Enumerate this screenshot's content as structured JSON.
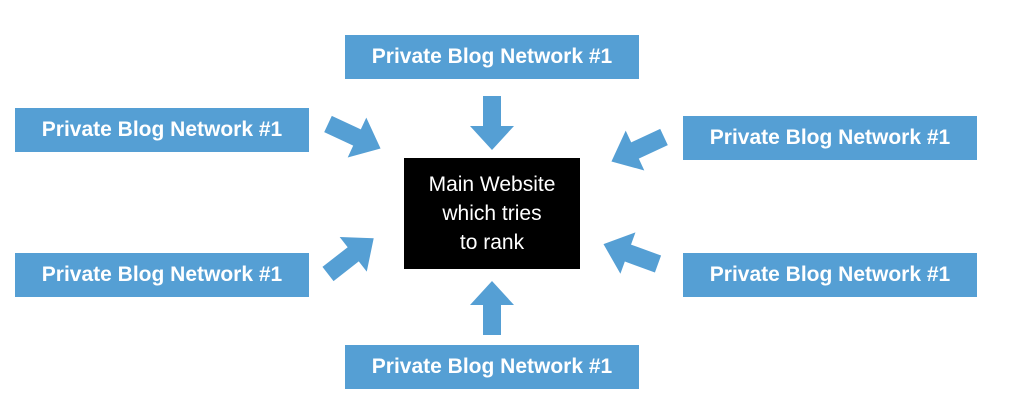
{
  "center": {
    "lines": [
      "Main Website",
      "which tries",
      "to rank"
    ]
  },
  "sources": [
    {
      "label": "Private Blog Network #1"
    },
    {
      "label": "Private Blog Network #1"
    },
    {
      "label": "Private Blog Network #1"
    },
    {
      "label": "Private Blog Network #1"
    },
    {
      "label": "Private Blog Network #1"
    },
    {
      "label": "Private Blog Network #1"
    }
  ],
  "colors": {
    "box_fill": "#559fd4",
    "arrow_fill": "#559fd4",
    "center_fill": "#000000",
    "text": "#ffffff"
  }
}
